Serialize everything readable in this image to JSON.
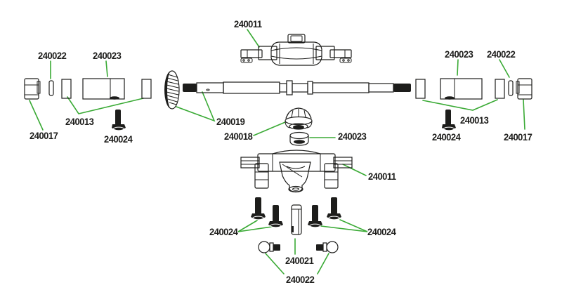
{
  "page": {
    "background": "#ffffff",
    "ink_color": "#1d1d1b",
    "leader_color": "#3aaa35"
  },
  "diagram": {
    "kind": "exploded-parts-diagram",
    "subject": "rc-model-rear-axle-assembly"
  },
  "labels": [
    {
      "part": "axle-housing-top",
      "text": "240011"
    },
    {
      "part": "spacer-pin-left",
      "text": "240022"
    },
    {
      "part": "axle-block-left",
      "text": "240023"
    },
    {
      "part": "bearings-left",
      "text": "240013"
    },
    {
      "part": "wheel-hub-left",
      "text": "240017"
    },
    {
      "part": "screw-left",
      "text": "240024"
    },
    {
      "part": "axle-shaft-and-crown-gear",
      "text": "240019"
    },
    {
      "part": "bevel-gear",
      "text": "240018"
    },
    {
      "part": "bushing-center",
      "text": "240023"
    },
    {
      "part": "axle-housing-bottom",
      "text": "240011"
    },
    {
      "part": "axle-block-right",
      "text": "240023"
    },
    {
      "part": "spacer-pin-right",
      "text": "240022"
    },
    {
      "part": "bearings-right",
      "text": "240013"
    },
    {
      "part": "screw-right",
      "text": "240024"
    },
    {
      "part": "wheel-hub-right",
      "text": "240017"
    },
    {
      "part": "screws-bottom-left",
      "text": "240024"
    },
    {
      "part": "screws-bottom-right",
      "text": "240024"
    },
    {
      "part": "center-pin",
      "text": "240021"
    },
    {
      "part": "ball-studs",
      "text": "240022"
    }
  ]
}
